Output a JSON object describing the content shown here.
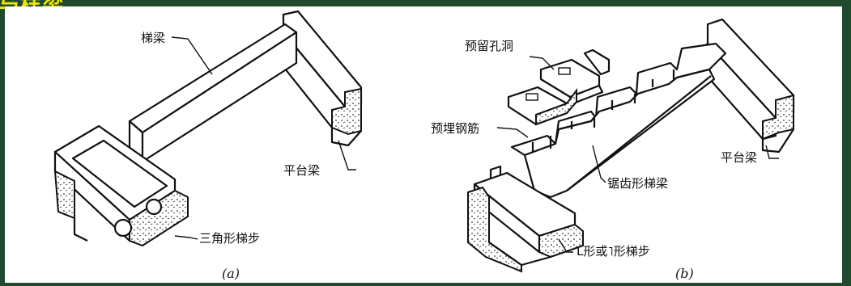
{
  "slide": {
    "title": "与样梁"
  },
  "figure_a": {
    "caption": "(a)",
    "labels": {
      "beam": "梯梁",
      "platform_beam": "平台梁",
      "triangular_step": "三角形梯步"
    }
  },
  "figure_b": {
    "caption": "(b)",
    "labels": {
      "reserved_hole": "预留孔洞",
      "embedded_rebar": "预埋钢筋",
      "sawtooth_beam": "锯齿形梯梁",
      "platform_beam": "平台梁",
      "l_step": "L形或˥形梯步"
    }
  },
  "colors": {
    "background": "#1f4a2e",
    "title": "#f2e600",
    "panel": "#ffffff",
    "ink": "#111111"
  }
}
